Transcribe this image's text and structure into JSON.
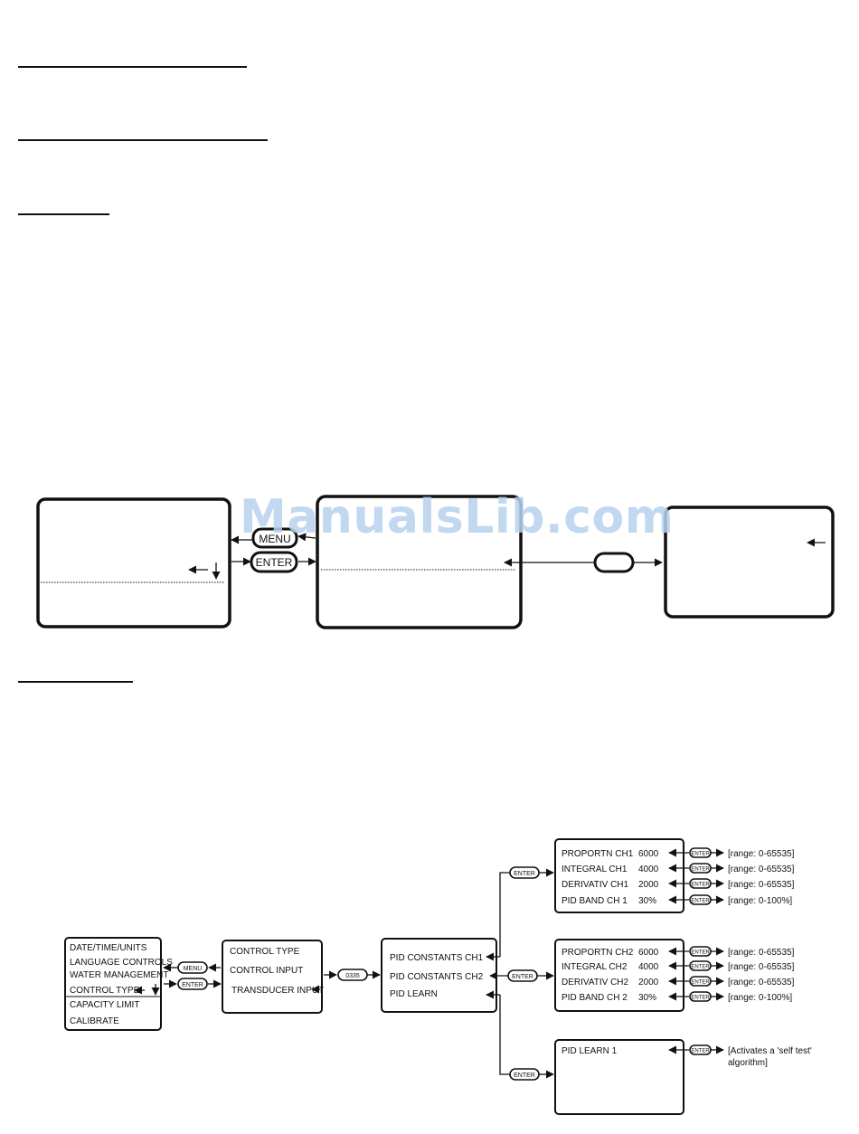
{
  "watermark": "ManualsLib.com",
  "top_keys": {
    "menu": "MENU",
    "enter": "ENTER"
  },
  "bottom": {
    "menu_list": [
      "DATE/TIME/UNITS",
      "LANGUAGE CONTROLS",
      "WATER MANAGEMENT",
      "CONTROL TYPE",
      "CAPACITY LIMIT",
      "CALIBRATE"
    ],
    "keys": {
      "menu": "MENU",
      "enter": "ENTER",
      "code": "0335"
    },
    "control_list": [
      "CONTROL TYPE",
      "CONTROL INPUT",
      "TRANSDUCER INPUT"
    ],
    "pid_list": [
      "PID CONSTANTS CH1",
      "PID CONSTANTS CH2",
      "PID LEARN"
    ],
    "ch1": {
      "rows": [
        {
          "label": "PROPORTN CH1",
          "value": "6000",
          "range": "[range: 0-65535]"
        },
        {
          "label": "INTEGRAL CH1",
          "value": "4000",
          "range": "[range: 0-65535]"
        },
        {
          "label": "DERIVATIV CH1",
          "value": "2000",
          "range": "[range: 0-65535]"
        },
        {
          "label": "PID BAND CH 1",
          "value": "30%",
          "range": "[range: 0-100%]"
        }
      ]
    },
    "ch2": {
      "rows": [
        {
          "label": "PROPORTN CH2",
          "value": "6000",
          "range": "[range: 0-65535]"
        },
        {
          "label": "INTEGRAL CH2",
          "value": "4000",
          "range": "[range: 0-65535]"
        },
        {
          "label": "DERIVATIV CH2",
          "value": "2000",
          "range": "[range: 0-65535]"
        },
        {
          "label": "PID BAND CH 2",
          "value": "30%",
          "range": "[range: 0-100%]"
        }
      ]
    },
    "learn": {
      "label": "PID LEARN 1",
      "note_line1": "[Activates a 'self test'",
      "note_line2": "algorithm]"
    }
  }
}
